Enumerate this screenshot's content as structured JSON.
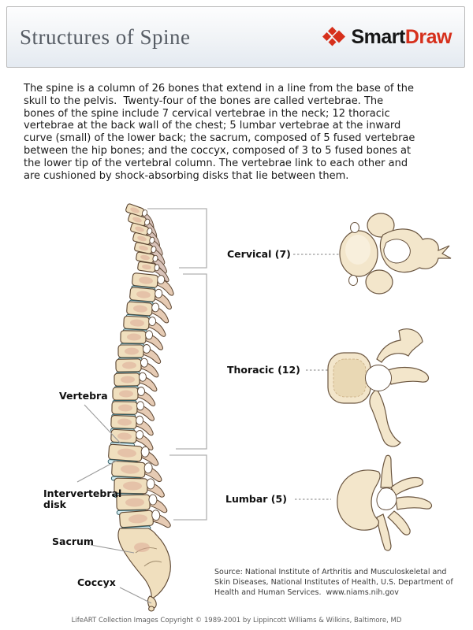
{
  "header": {
    "title": "Structures of Spine",
    "logo": {
      "smart": "Smart",
      "draw": "Draw",
      "icon": "smartdraw-diamond-cluster",
      "red": "#d6301c",
      "black": "#161616"
    }
  },
  "intro": {
    "text": "The spine is a column of 26 bones that extend in a line from the base of the\nskull to the pelvis.  Twenty-four of the bones are called vertebrae. The\nbones of the spine include 7 cervical vertebrae in the neck; 12 thoracic\nvertebrae at the back wall of the chest; 5 lumbar vertebrae at the inward\ncurve (small) of the lower back; the sacrum, composed of 5 fused vertebrae\nbetween the hip bones; and the coccyx, composed of 3 to 5 fused bones at\nthe lower tip of the vertebral column. The vertebrae link to each other and\nare cushioned by shock-absorbing disks that lie between them."
  },
  "diagram": {
    "spine_labels": [
      {
        "id": "vertebra",
        "label": "Vertebra"
      },
      {
        "id": "intervertebral-disk",
        "label": "Intervertebral disk"
      },
      {
        "id": "sacrum",
        "label": "Sacrum"
      },
      {
        "id": "coccyx",
        "label": "Coccyx"
      }
    ],
    "region_labels": [
      {
        "id": "cervical",
        "label": "Cervical (7)",
        "count": 7
      },
      {
        "id": "thoracic",
        "label": "Thoracic (12)",
        "count": 12
      },
      {
        "id": "lumbar",
        "label": "Lumbar (5)",
        "count": 5
      }
    ],
    "illustrations": [
      "lateral-spinal-column",
      "cervical-vertebra-superior-view",
      "thoracic-vertebra-superior-view",
      "lumbar-vertebra-superior-view"
    ],
    "bone_color": "#f0dfbe",
    "disk_color": "#d3ecf2"
  },
  "source": {
    "text": "Source: National Institute of Arthritis and Musculoskeletal and\nSkin Diseases, National Institutes of Health, U.S. Department of\nHealth and Human Services.  www.niams.nih.gov"
  },
  "footer": {
    "copyright": "LifeART Collection Images Copyright © 1989-2001 by Lippincott Williams & Wilkins, Baltimore, MD"
  }
}
